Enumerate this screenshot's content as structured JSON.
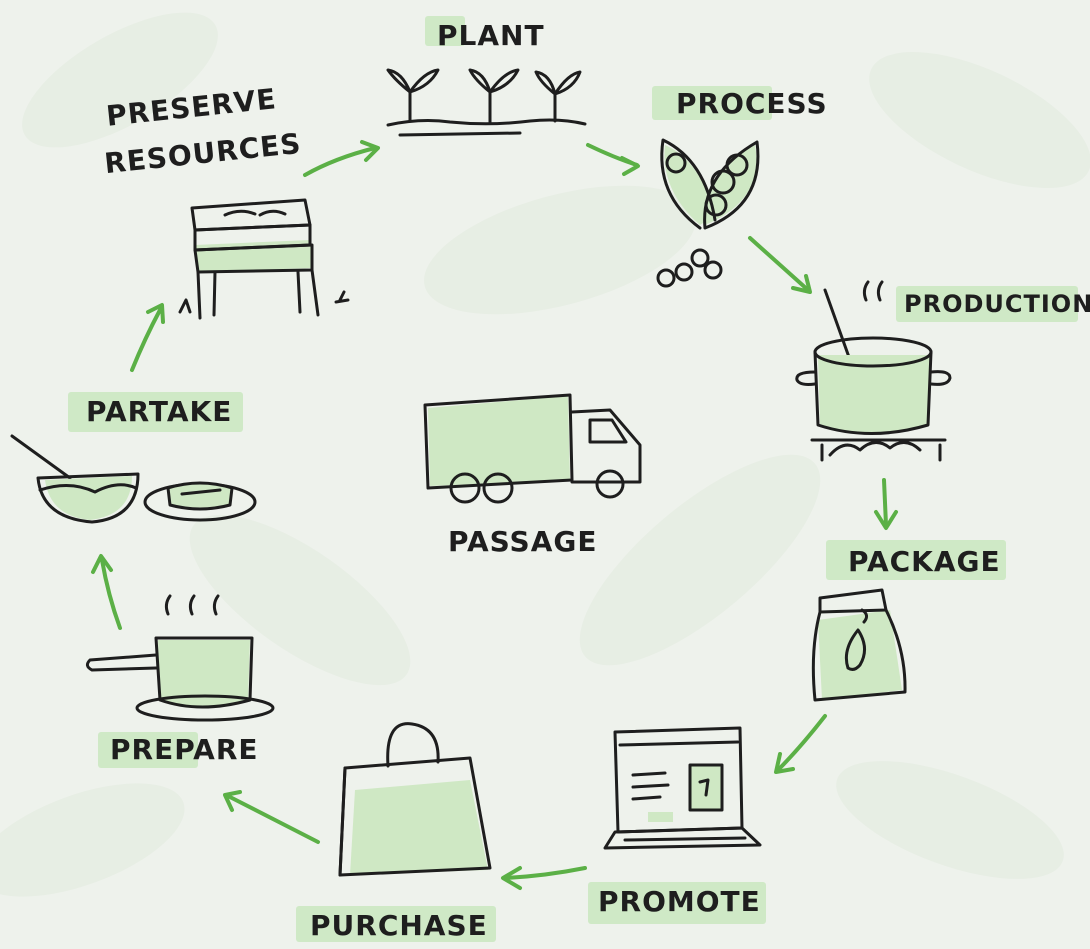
{
  "diagram": {
    "labels": {
      "plant": "PLANT",
      "process": "PROCESS",
      "production": "PRODUCTION",
      "package": "PACKAGE",
      "promote": "PROMOTE",
      "purchase": "PURCHASE",
      "prepare": "PREPARE",
      "partake": "PARTAKE",
      "preserve_line1": "PRESERVE",
      "preserve_line2": "RESOURCES",
      "passage": "PASSAGE"
    },
    "colors": {
      "background": "#eef2ec",
      "arrow": "#5bb046",
      "highlight": "#c9e7bf",
      "ink": "#1e1e1e"
    },
    "icons": [
      "sprouts-icon",
      "pea-pod-icon",
      "cooking-pot-icon",
      "bag-icon",
      "laptop-icon",
      "shopping-bag-icon",
      "pan-icon",
      "bowl-plate-icon",
      "compost-bin-icon",
      "truck-icon"
    ]
  }
}
